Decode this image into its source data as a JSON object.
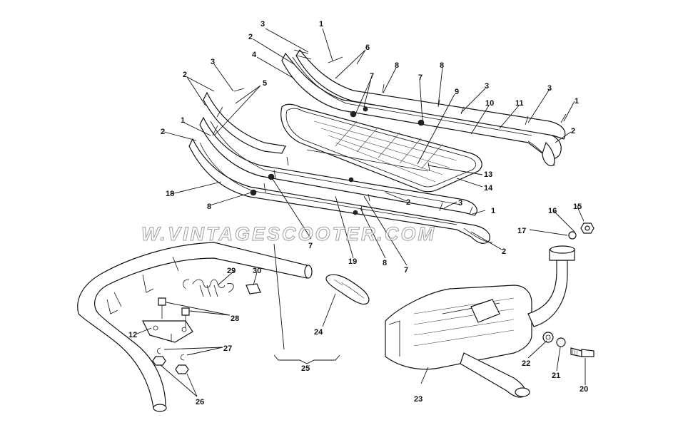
{
  "watermark": "W.VINTAGESCOOTER.COM",
  "callouts": [
    "1",
    "2",
    "3",
    "4",
    "5",
    "6",
    "7",
    "8",
    "9",
    "10",
    "11",
    "12",
    "13",
    "14",
    "15",
    "16",
    "17",
    "18",
    "19",
    "20",
    "21",
    "22",
    "23",
    "24",
    "25",
    "26",
    "27",
    "28",
    "29",
    "30"
  ],
  "colors": {
    "ink": "#111111",
    "paper": "#ffffff"
  }
}
